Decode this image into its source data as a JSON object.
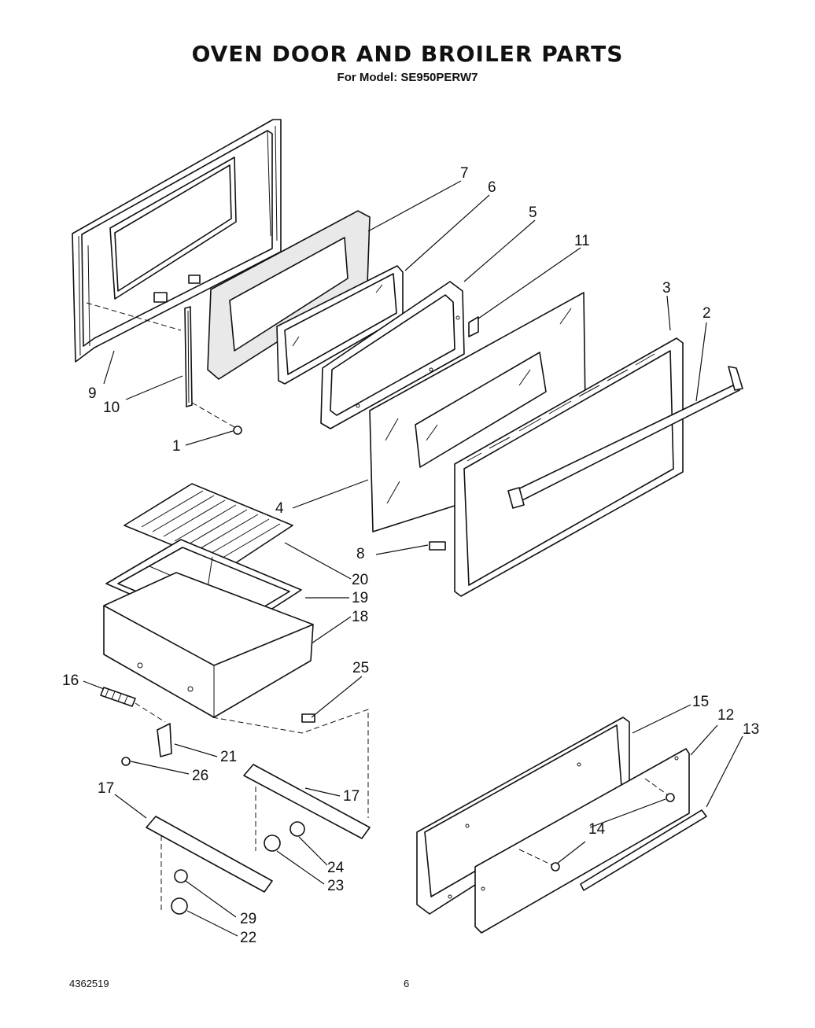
{
  "title": "OVEN DOOR AND BROILER PARTS",
  "subtitle": "For Model: SE950PERW7",
  "footer": {
    "doc_number": "4362519",
    "page_number": "6"
  },
  "callouts": {
    "c1": "1",
    "c2": "2",
    "c3": "3",
    "c4": "4",
    "c5": "5",
    "c6": "6",
    "c7": "7",
    "c8": "8",
    "c9": "9",
    "c10": "10",
    "c11": "11",
    "c12": "12",
    "c13": "13",
    "c14": "14",
    "c15": "15",
    "c16": "16",
    "c17a": "17",
    "c17b": "17",
    "c18": "18",
    "c19": "19",
    "c20": "20",
    "c21": "21",
    "c22": "22",
    "c23": "23",
    "c24": "24",
    "c25": "25",
    "c26": "26",
    "c29": "29"
  }
}
